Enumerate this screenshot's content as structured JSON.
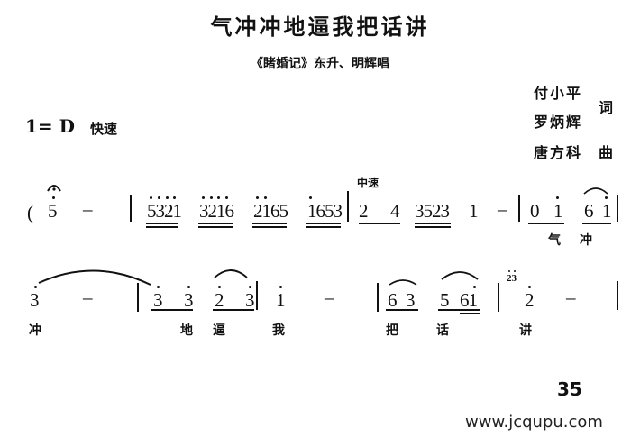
{
  "header": {
    "title": "气冲冲地逼我把话讲",
    "subtitle": "《睹婚记》东升、明辉唱",
    "credits": {
      "lyricists": [
        "付小平",
        "罗炳辉"
      ],
      "lyricist_label": "词",
      "composer": "唐方科",
      "composer_label": "曲"
    },
    "key": "1= D",
    "tempo": "快速"
  },
  "score": {
    "line1": {
      "open_paren": "(",
      "notes": [
        "5",
        "–",
        "5321",
        "3216",
        "2165",
        "1653",
        "2",
        "4",
        "3523",
        "1",
        "–",
        "0",
        "1",
        "6",
        "1"
      ],
      "tempo_change": "中速",
      "lyrics": [
        "气",
        "冲"
      ]
    },
    "line2": {
      "notes": [
        "3",
        "–",
        "3",
        "3",
        "2",
        "3",
        "1",
        "–",
        "6",
        "3",
        "5",
        "61",
        "23",
        "2",
        "–"
      ],
      "lyrics": [
        "冲",
        "地",
        "逼",
        "我",
        "把",
        "话",
        "讲"
      ]
    }
  },
  "footer": {
    "page_number": "35",
    "watermark": "www.jcqupu.com"
  }
}
